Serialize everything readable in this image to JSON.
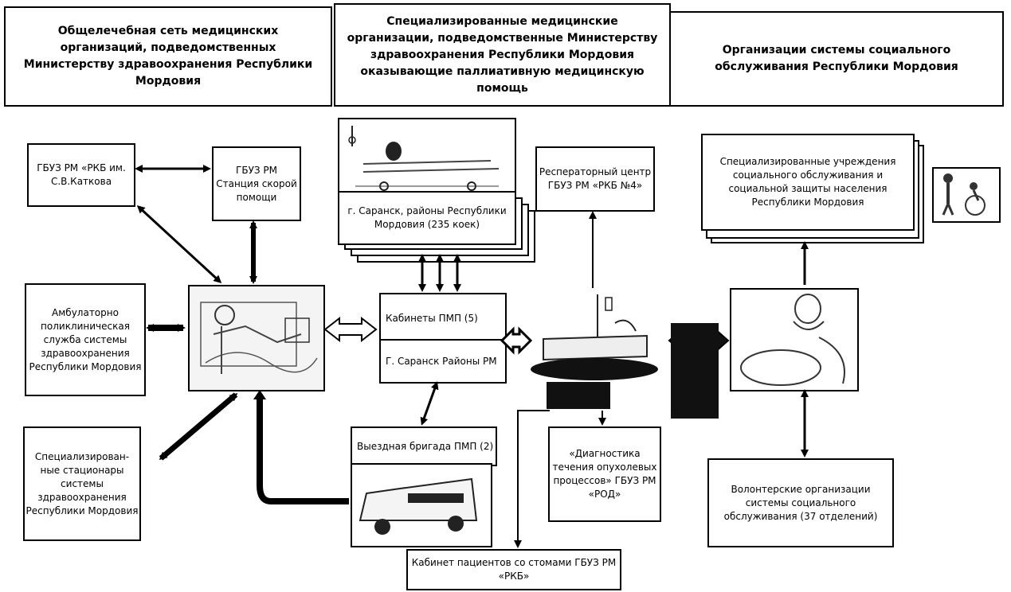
{
  "headers": {
    "general": "Общелечебная сеть медицинских организаций, подведомственных Министерству здравоохранения Республики Мордовия",
    "specialized": "Специализированные медицинские организации, подведомственные Министерству здравоохранения Республики Мордовия оказывающие паллиативную медицинскую помощь",
    "social": "Организации системы социального обслуживания Республики Мордовия"
  },
  "nodes": {
    "rkb": "ГБУЗ РМ «РКБ им. С.В.Каткова",
    "ambulance_station": "ГБУЗ РМ Станция скорой помощи",
    "hospices": "г. Саранск, районы Республики Мордовия (235 коек)",
    "respiratory": "Респераторный центр ГБУЗ РМ «РКБ №4»",
    "social_institutions": "Специализированные учреждения социального обслуживания и социальной защиты населения Республики Мордовия",
    "outpatient": "Амбулаторно поликлиническая служба системы здравоохранения Республики Мордовия",
    "pmp_cabinets": "Кабинеты ПМП (5)",
    "saransk_districts": "Г. Саранск Районы РМ",
    "specialized_hospitals": "Специализирован- ные стационары системы здравоохранения Республики Мордовия",
    "mobile_team": "Выездная бригада ПМП (2)",
    "oncology_diagnostics": "«Диагностика течения опухолевых процессов» ГБУЗ РМ «РОД»",
    "volunteers": "Волонтерские организации системы социального обслуживания (37 отделений)",
    "stoma_cabinet": "Кабинет пациентов со стомами ГБУЗ РМ «РКБ»"
  },
  "pictures": {
    "hospital_room": "hospital-room-illustration",
    "ambulance_vehicle": "ambulance-vehicle-illustration",
    "patient_bed": "patient-bed-illustration",
    "patient_care": "patient-care-illustration",
    "wheelchair": "wheelchair-icon",
    "iv_stand": "iv-drip-illustration"
  }
}
